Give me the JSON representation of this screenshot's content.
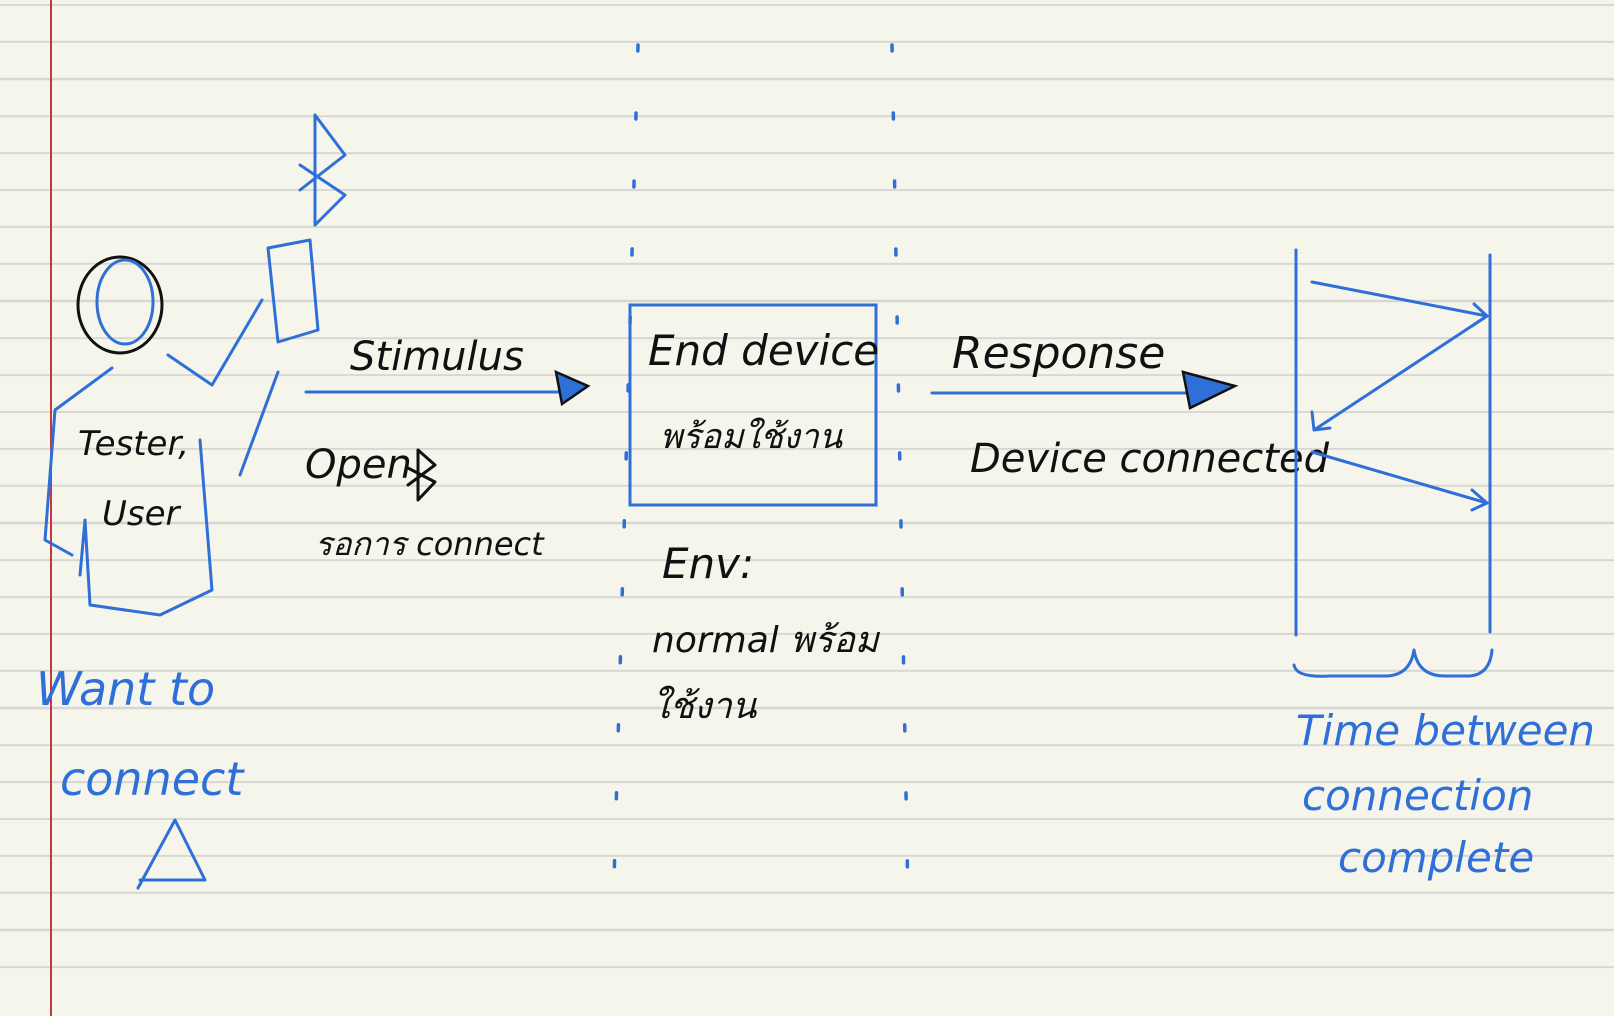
{
  "source": {
    "label_line1": "Tester,",
    "label_line2": "User",
    "caption_line1": "Want to",
    "caption_line2": "connect"
  },
  "stimulus": {
    "label": "Stimulus",
    "detail_line1": "Open",
    "detail_line2": "รอการ connect"
  },
  "artifact": {
    "label": "End device",
    "sublabel": "พร้อมใช้งาน",
    "env_label": "Env:",
    "env_line1": "normal พร้อม",
    "env_line2": "ใช้งาน"
  },
  "response": {
    "label": "Response",
    "detail": "Device connected"
  },
  "measure": {
    "caption_line1": "Time between",
    "caption_line2": "connection",
    "caption_line3": "complete"
  },
  "colors": {
    "ink_blue": "#2e6fd8",
    "ink_black": "#111111",
    "margin_red": "#c43a3a",
    "paper": "#f6f5ec"
  },
  "icons": [
    "bluetooth-icon",
    "phone-icon",
    "person-icon",
    "arrow-right-icon"
  ]
}
